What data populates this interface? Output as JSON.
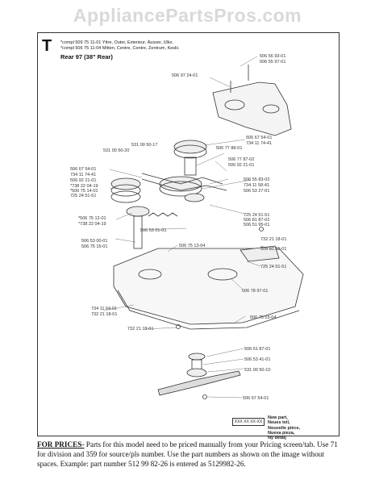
{
  "watermark": "AppliancePartsPros.com",
  "section": {
    "letter": "T",
    "header_line1": "*compl 509 75 11-01  Yttre, Outer, Exterieur, Äusser, Ulko.",
    "header_line2": "*compl 506 75 11-04  Mitten, Centre, Centre, Zentrum, Keski.",
    "subtitle": "Rear 97 (38\" Rear)"
  },
  "parts": {
    "p1": "506 56 93-01",
    "p2": "506 55 97-01",
    "p3": "506 97 24-01",
    "p4": "506 67 54-01",
    "p5": "734 11 74-41",
    "p6": "506 77 88-01",
    "p7": "531 00 50-17",
    "p8": "531 00 50-20",
    "p9": "506 77 87-02",
    "p10": "506 92 21-01",
    "p11": "506 67 54-01",
    "p12": "734 11 74-41",
    "p13": "506 92 21-01",
    "p14": "*738 22 04-19",
    "p15": "*506 75 14-01",
    "p16": "725 24 51-51",
    "p17": "506 55 83-02",
    "p18": "734 11 58-41",
    "p19": "506 53 27-01",
    "p20": "725 24 51-51",
    "p21": "506 81 87-02",
    "p22": "506 51 95-01",
    "p23": "*506 75 12-01",
    "p24": "*738 22 04-19",
    "p25": "506 53 01-01",
    "p26": "506 53 00-01",
    "p27": "506 75 15-01",
    "p28": "506 75 13-04",
    "p29": "732 21 18-01",
    "p30": "506 97 55-01",
    "p31": "725 24 51-51",
    "p32": "506 78 97-01",
    "p33": "734 11 64-01",
    "p34": "732 21 18-01",
    "p35": "506 75 03-04",
    "p36": "732 21 18-01",
    "p37": "506 51 87-01",
    "p38": "506 53 41-01",
    "p39": "531 00 50-10",
    "p40": "506 67 54-01"
  },
  "legend": {
    "box": "XXX XX XX-XX",
    "lines": [
      "New part,",
      "Neues teil,",
      "Nouvelle pièce,",
      "Nueva pieza,",
      "Ny detalj"
    ]
  },
  "footer": {
    "lead": "FOR PRICES-",
    "text": " Parts for this model need to be priced manually from your Pricing screen/tab. Use 71 for division and 359 for source/pls number.  Use the part numbers as shown on the image without spaces.  Example: part number 512 99 82-26 is entered as 5129982-26."
  }
}
